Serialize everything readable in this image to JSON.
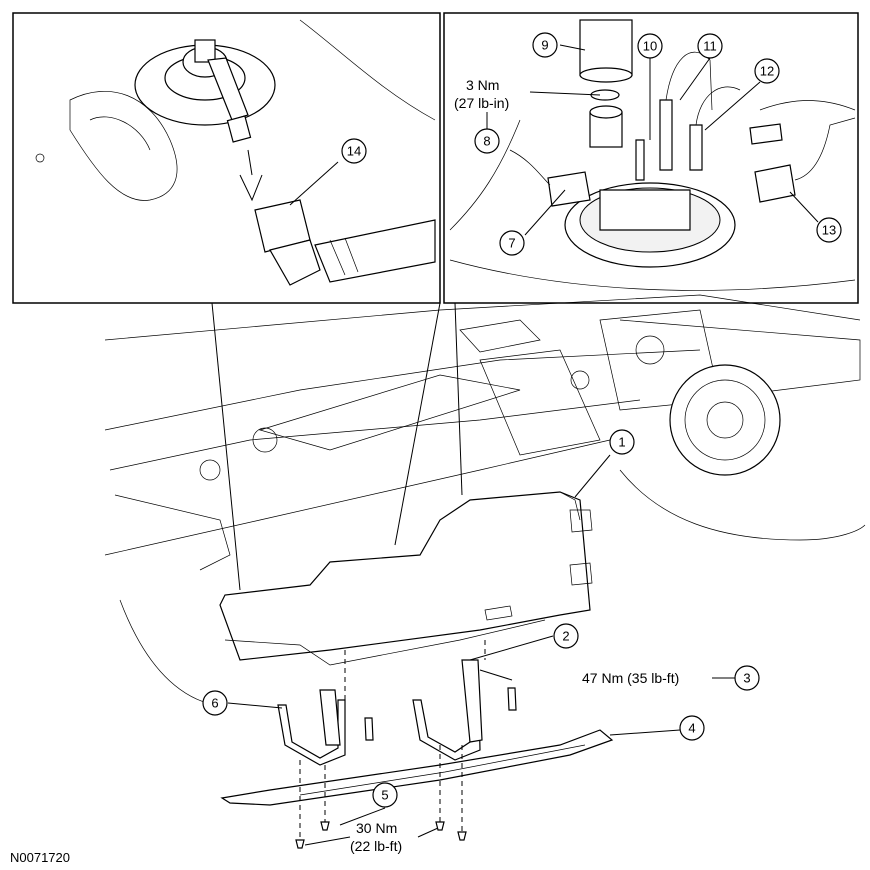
{
  "figure_id": "N0071720",
  "callouts": {
    "c1": "1",
    "c2": "2",
    "c3": "3",
    "c4": "4",
    "c5": "5",
    "c6": "6",
    "c7": "7",
    "c8": "8",
    "c9": "9",
    "c10": "10",
    "c11": "11",
    "c12": "12",
    "c13": "13",
    "c14": "14"
  },
  "torque": {
    "lock_ring_nm": "3 Nm",
    "lock_ring_lb": "(27 lb-in)",
    "strap_bolt": "47 Nm (35 lb-ft)",
    "shield_nm": "30 Nm",
    "shield_lb": "(22 lb-ft)"
  }
}
